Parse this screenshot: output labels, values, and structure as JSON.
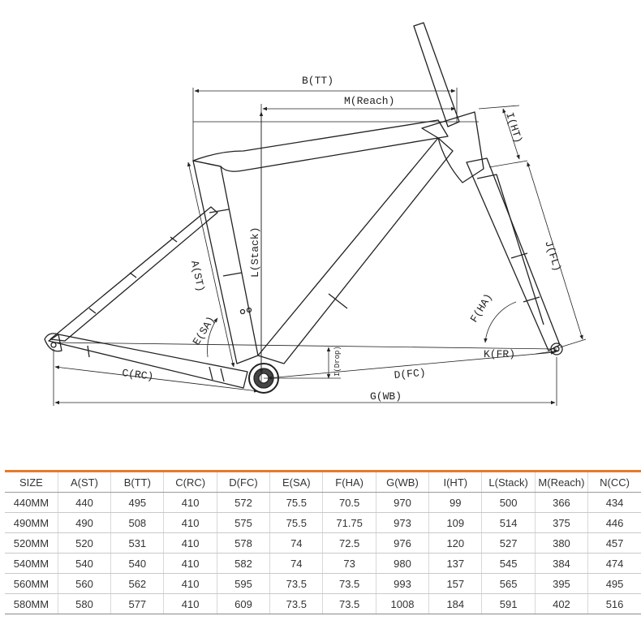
{
  "diagram": {
    "labels": {
      "tt": "B(TT)",
      "reach": "M(Reach)",
      "ht": "I(HT)",
      "fl": "J(FL)",
      "stack": "L(Stack)",
      "st": "A(ST)",
      "sa": "E(SA)",
      "ha": "F(HA)",
      "fr": "K(FR)",
      "drop": "I(Drop)",
      "fc": "D(FC)",
      "rc": "C(RC)",
      "wb": "G(WB)"
    }
  },
  "table": {
    "headers": [
      "SIZE",
      "A(ST)",
      "B(TT)",
      "C(RC)",
      "D(FC)",
      "E(SA)",
      "F(HA)",
      "G(WB)",
      "I(HT)",
      "L(Stack)",
      "M(Reach)",
      "N(CC)"
    ],
    "rows": [
      [
        "440MM",
        "440",
        "495",
        "410",
        "572",
        "75.5",
        "70.5",
        "970",
        "99",
        "500",
        "366",
        "434"
      ],
      [
        "490MM",
        "490",
        "508",
        "410",
        "575",
        "75.5",
        "71.75",
        "973",
        "109",
        "514",
        "375",
        "446"
      ],
      [
        "520MM",
        "520",
        "531",
        "410",
        "578",
        "74",
        "72.5",
        "976",
        "120",
        "527",
        "380",
        "457"
      ],
      [
        "540MM",
        "540",
        "540",
        "410",
        "582",
        "74",
        "73",
        "980",
        "137",
        "545",
        "384",
        "474"
      ],
      [
        "560MM",
        "560",
        "562",
        "410",
        "595",
        "73.5",
        "73.5",
        "993",
        "157",
        "565",
        "395",
        "495"
      ],
      [
        "580MM",
        "580",
        "577",
        "410",
        "609",
        "73.5",
        "73.5",
        "1008",
        "184",
        "591",
        "402",
        "516"
      ]
    ],
    "accent_color": "#e8792b"
  }
}
